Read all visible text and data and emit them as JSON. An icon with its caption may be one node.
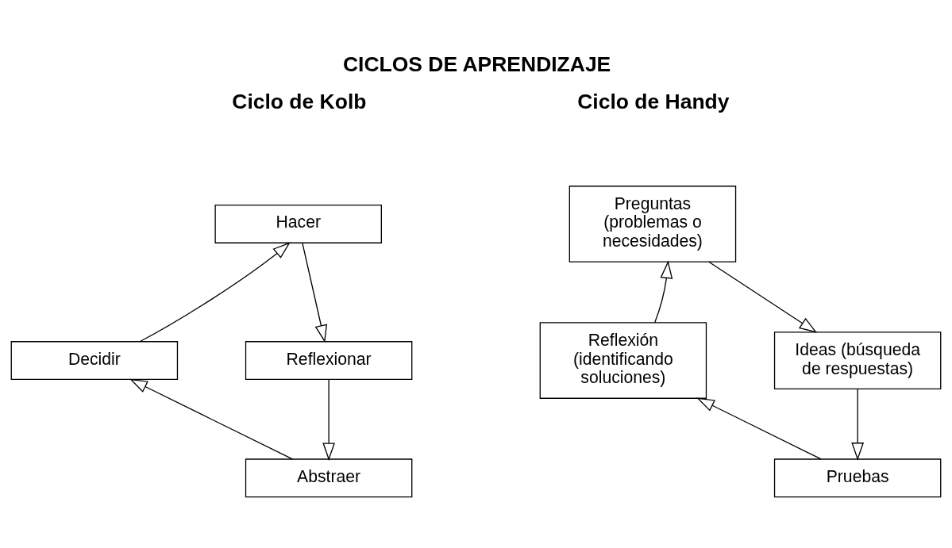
{
  "diagram": {
    "title": "CICLOS DE APRENDIZAJE",
    "nodes": [
      {
        "text": [
          "Hacer"
        ]
      },
      {
        "text": [
          "Decidir"
        ]
      },
      {
        "text": [
          "Reflexionar"
        ]
      },
      {
        "text": [
          "Abstraer"
        ]
      },
      {
        "text": [
          "Preguntas (problemas o necesidades)"
        ]
      },
      {
        "text": [
          "Reflexión (identificando soluciones)"
        ]
      },
      {
        "text": [
          "Ideas (búsqueda de respuestas)"
        ]
      },
      {
        "text": [
          "Pruebas"
        ]
      }
    ],
    "edges": [
      {
        "from": 0,
        "to": 2,
        "arrow": "to"
      },
      {
        "from": 2,
        "to": 3,
        "arrow": "to"
      },
      {
        "from": 3,
        "to": 1,
        "arrow": "to"
      },
      {
        "from": 1,
        "to": 0,
        "arrow": "to"
      },
      {
        "from": 4,
        "to": 6,
        "arrow": "to"
      },
      {
        "from": 6,
        "to": 7,
        "arrow": "to"
      },
      {
        "from": 7,
        "to": 5,
        "arrow": "to"
      },
      {
        "from": 5,
        "to": 4,
        "arrow": "to"
      }
    ],
    "labels": [
      "Ciclo de Kolb",
      "Ciclo de Handy"
    ]
  }
}
